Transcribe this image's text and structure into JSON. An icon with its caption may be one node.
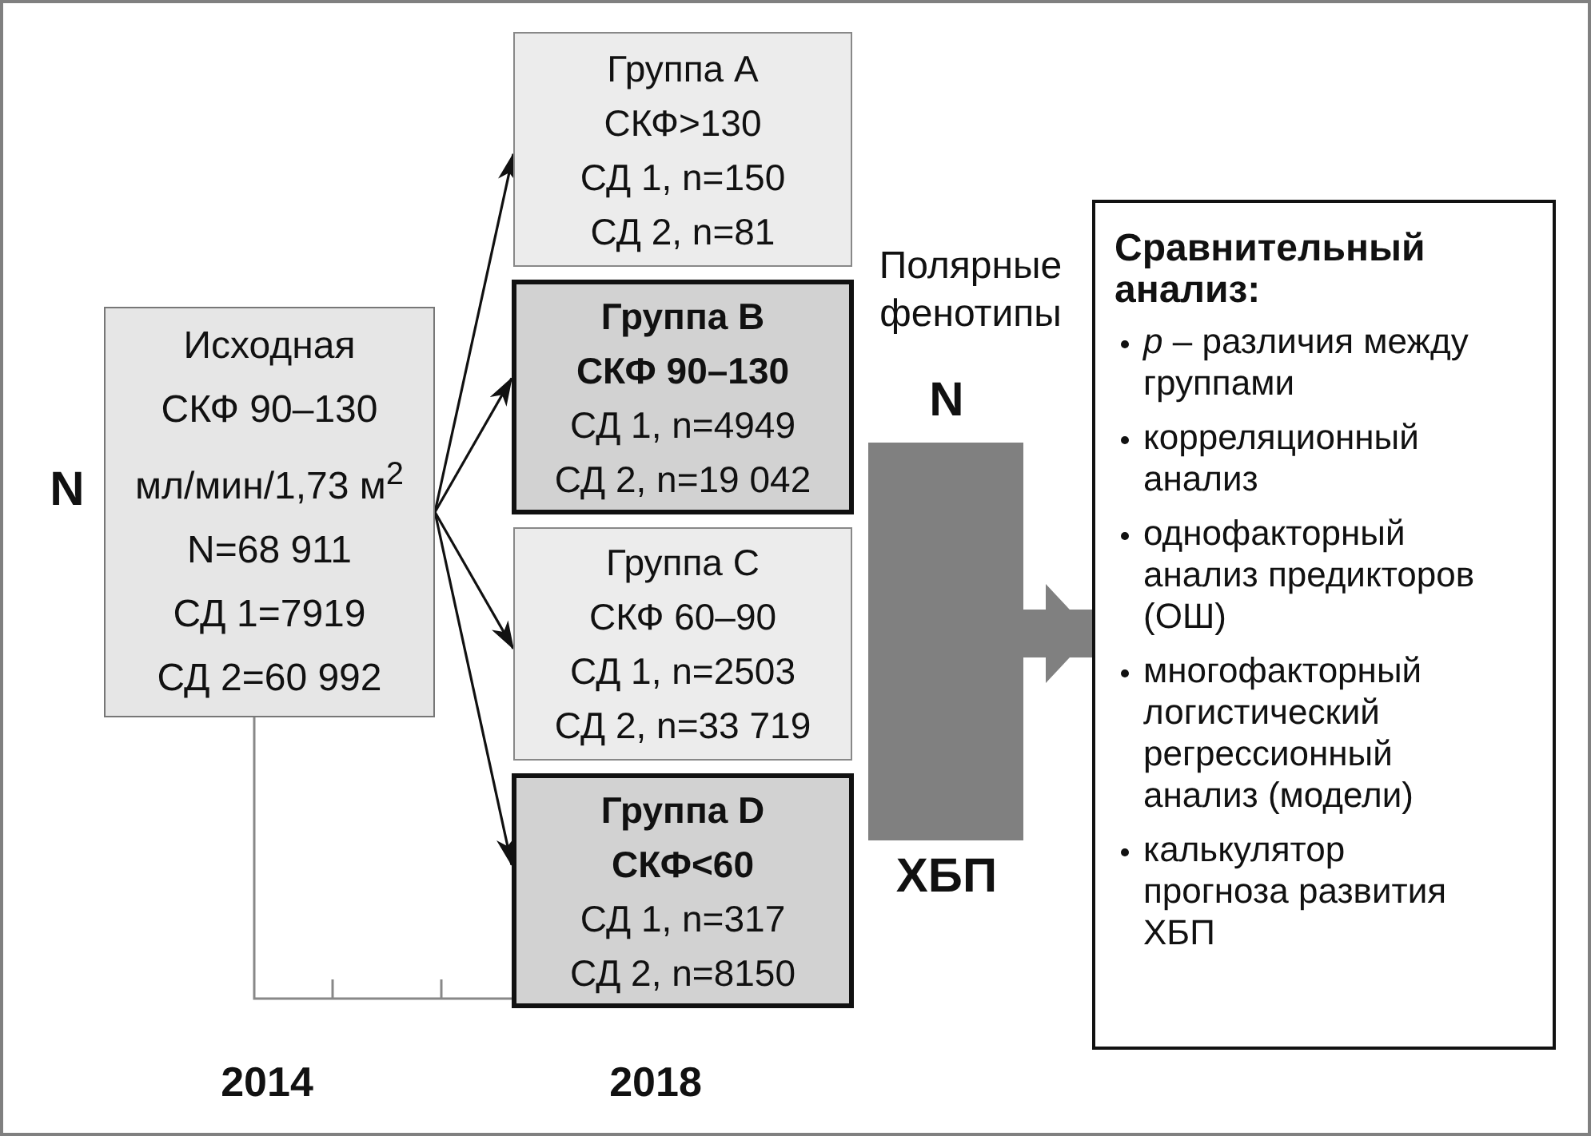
{
  "diagram": {
    "nodes": [
      {
        "text": [
          "Исходная",
          "СКФ 90–130",
          "мл/мин/1,73 м$^{2}$",
          "N=68 911",
          "СД 1=7919",
          "СД 2=60 992"
        ],
        "beside": [
          "N"
        ]
      },
      {
        "text": [
          "Группа A",
          "СКФ>130",
          "СД 1, n=150",
          "СД 2, n=81"
        ]
      },
      {
        "text": [
          "**Группа B**",
          "**СКФ 90–130**",
          "СД 1, n=4949",
          "СД 2, n=19 042"
        ]
      },
      {
        "text": [
          "Группа C",
          "СКФ 60–90",
          "СД 1, n=2503",
          "СД 2, n=33 719"
        ]
      },
      {
        "text": [
          "**Группа D**",
          "**СКФ<60**",
          "СД 1, n=317",
          "СД 2, n=8150"
        ]
      },
      {
        "text": [],
        "shape": "bar",
        "beside": [
          "Полярные фенотипы",
          "N",
          "ХБП"
        ]
      },
      {
        "text": [
          "Сравнительный анализ:",
          "*p* – различия между группами",
          "корреляционный анализ",
          "однофакторный анализ предикторов (ОШ)",
          "многофакторный логистический регрессионный анализ (модели)",
          "калькулятор прогноза развития ХБП"
        ]
      }
    ],
    "edges": [
      {
        "from": 0,
        "to": 1,
        "arrow": "to"
      },
      {
        "from": 0,
        "to": 2,
        "arrow": "to"
      },
      {
        "from": 0,
        "to": 3,
        "arrow": "to"
      },
      {
        "from": 0,
        "to": 4,
        "arrow": "to"
      },
      {
        "from": 5,
        "to": 6,
        "arrow": "to",
        "style": "thick",
        "color": "#808080"
      },
      {
        "from": 0,
        "to": 4,
        "arrow": "none",
        "color": "#888888"
      }
    ],
    "labels": [
      "2014",
      "2018"
    ]
  }
}
